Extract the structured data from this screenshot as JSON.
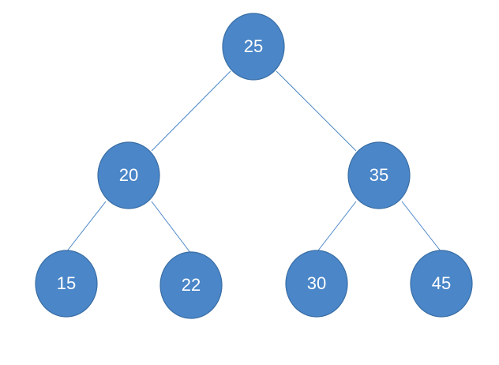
{
  "diagram": {
    "type": "binary-tree",
    "colors": {
      "node_fill": "#4a86c8",
      "node_stroke": "#3a6ea5",
      "edge": "#4a86c8",
      "label": "#ffffff"
    },
    "nodes": [
      {
        "id": "n25",
        "label": "25"
      },
      {
        "id": "n20",
        "label": "20"
      },
      {
        "id": "n35",
        "label": "35"
      },
      {
        "id": "n15",
        "label": "15"
      },
      {
        "id": "n22",
        "label": "22"
      },
      {
        "id": "n30",
        "label": "30"
      },
      {
        "id": "n45",
        "label": "45"
      }
    ],
    "edges": [
      {
        "from": "n25",
        "to": "n20"
      },
      {
        "from": "n25",
        "to": "n35"
      },
      {
        "from": "n20",
        "to": "n15"
      },
      {
        "from": "n20",
        "to": "n22"
      },
      {
        "from": "n35",
        "to": "n30"
      },
      {
        "from": "n35",
        "to": "n45"
      }
    ]
  }
}
